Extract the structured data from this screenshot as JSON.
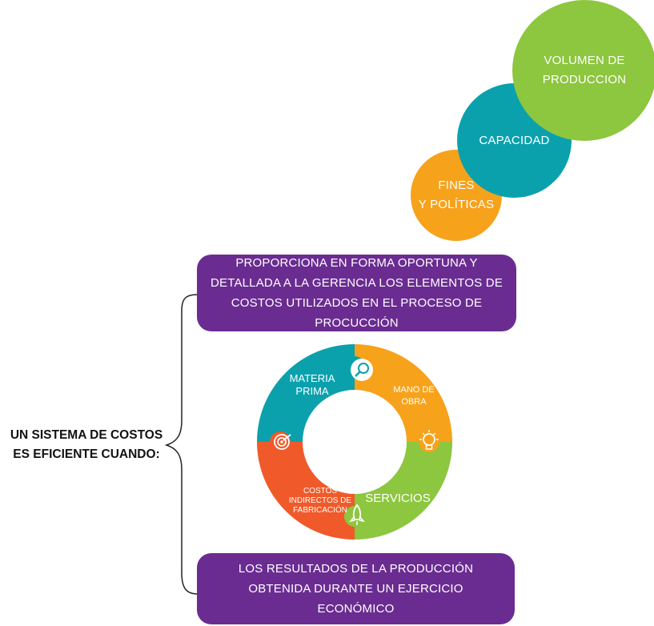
{
  "bubbles": [
    {
      "label": "FINES\nY POLÍTICAS",
      "color": "#f7a21b"
    },
    {
      "label": "CAPACIDAD",
      "color": "#0aa1ad"
    },
    {
      "label": "VOLUMEN DE\nPRODUCCION",
      "color": "#8dc63f"
    }
  ],
  "lead_text": "UN SISTEMA DE COSTOS\nES EFICIENTE CUANDO:",
  "top_box": {
    "text": "PROPORCIONA EN FORMA OPORTUNA Y DETALLADA A LA GERENCIA LOS ELEMENTOS DE COSTOS UTILIZADOS EN EL PROCESO DE PROCUCCIÓN"
  },
  "bottom_box": {
    "text": "LOS RESULTADOS DE LA PRODUCCIÓN OBTENIDA DURANTE UN EJERCICIO ECONÓMICO"
  },
  "ring": {
    "segments": [
      {
        "label": "MATERIA\nPRIMA",
        "color": "#0aa1ad",
        "icon": "magnifier-icon"
      },
      {
        "label": "MANO DE\nOBRA",
        "color": "#f7a21b",
        "icon": "lightbulb-icon"
      },
      {
        "label": "SERVICIOS",
        "color": "#8dc63f",
        "icon": "rocket-icon"
      },
      {
        "label": "COSTOS\nINDIRECTOS DE\nFABRICACIÓN",
        "color": "#f05a2a",
        "icon": "target-icon"
      }
    ]
  }
}
